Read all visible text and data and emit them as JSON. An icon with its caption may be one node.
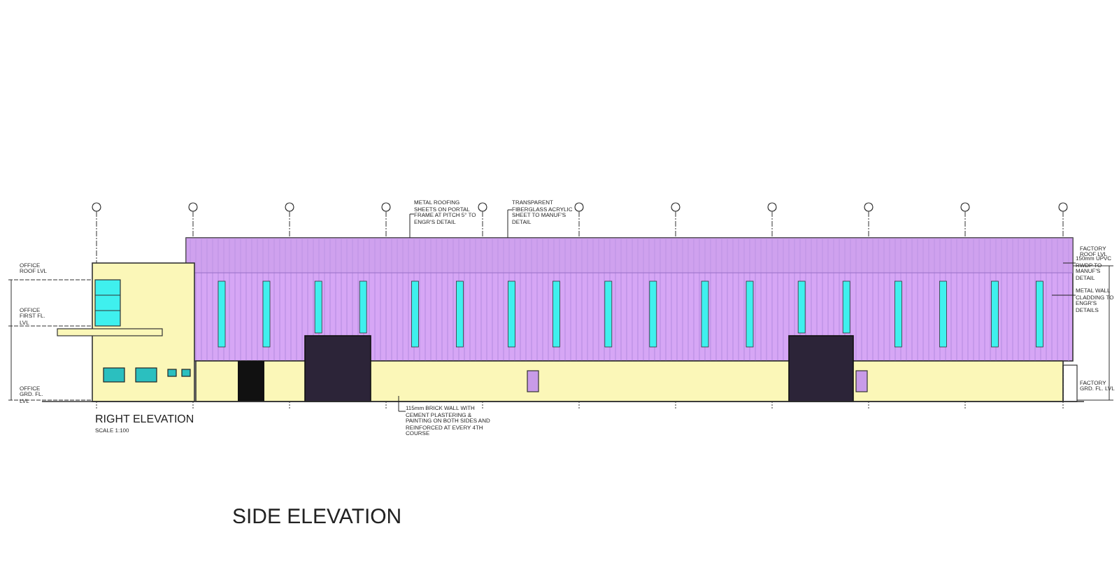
{
  "diagram": {
    "caption": "SIDE ELEVATION",
    "nodes": [
      {
        "text": [
          "METAL ROOFING SHEETS ON PORTAL FRAME AT PITCH 5° TO ENGR'S DETAIL"
        ]
      },
      {
        "text": [
          "TRANSPARENT FIBERGLASS ACRYLIC SHEET TO MANUF'S DETAIL"
        ]
      },
      {
        "text": [
          "115mm BRICK WALL WITH CEMENT PLASTERING & PAINTING ON BOTH SIDES AND REINFORCED AT EVERY 4TH COURSE"
        ]
      },
      {
        "text": [
          "150mm UPVC RWDP TO MANUF'S DETAIL"
        ]
      },
      {
        "text": [
          "METAL WALL CLADDING TO ENGR'S DETAILS"
        ]
      }
    ],
    "edges": [
      {
        "from": 0,
        "to": null,
        "arrow": "none"
      },
      {
        "from": 1,
        "to": null,
        "arrow": "none"
      },
      {
        "from": 2,
        "to": null,
        "arrow": "none"
      },
      {
        "from": 3,
        "to": null,
        "arrow": "none"
      },
      {
        "from": 4,
        "to": null,
        "arrow": "none"
      }
    ],
    "labels": [
      "OFFICE ROOF LVL",
      "OFFICE FIRST FL. LVL",
      "OFFICE GRD. FL. LVL",
      "FACTORY ROOF LVL",
      "FACTORY GRD. FL. LVL",
      "RIGHT ELEVATION",
      "SCALE 1:100"
    ]
  }
}
